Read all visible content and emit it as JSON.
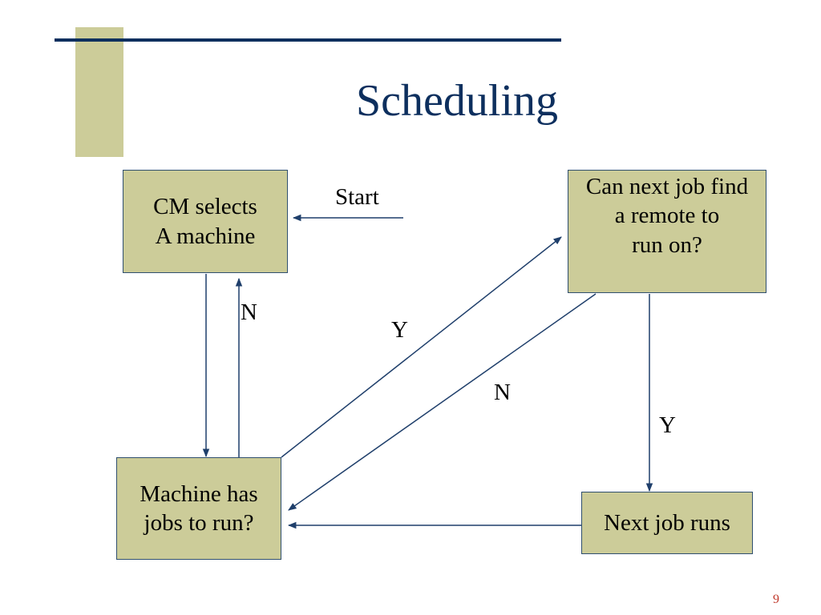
{
  "slide": {
    "title": "Scheduling",
    "page_number": "9"
  },
  "diagram": {
    "nodes": {
      "cm_selects": "CM selects\nA machine",
      "can_find_remote": "Can next job find\na remote to\nrun on?",
      "machine_has_jobs": "Machine has\njobs to run?",
      "next_job_runs": "Next job runs"
    },
    "labels": {
      "start": "Start",
      "n_left": "N",
      "y_diag": "Y",
      "n_diag": "N",
      "y_right": "Y"
    }
  },
  "colors": {
    "accent": "#cccc99",
    "title": "#0d2f5e",
    "arrow": "#1f3f6b",
    "page_number": "#c0392b"
  }
}
